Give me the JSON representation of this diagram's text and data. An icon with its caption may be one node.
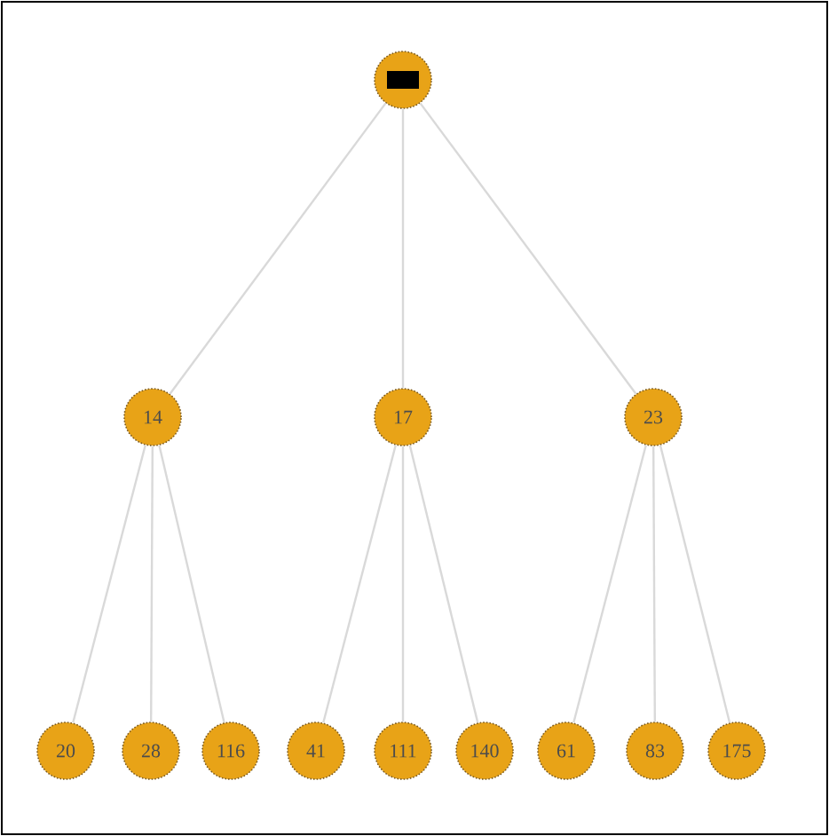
{
  "diagram": {
    "nodes": [
      {
        "text": [],
        "shape": "circle"
      },
      {
        "text": [
          "14"
        ]
      },
      {
        "text": [
          "17"
        ]
      },
      {
        "text": [
          "23"
        ]
      },
      {
        "text": [
          "20"
        ]
      },
      {
        "text": [
          "28"
        ]
      },
      {
        "text": [
          "116"
        ]
      },
      {
        "text": [
          "41"
        ]
      },
      {
        "text": [
          "111"
        ]
      },
      {
        "text": [
          "140"
        ]
      },
      {
        "text": [
          "61"
        ]
      },
      {
        "text": [
          "83"
        ]
      },
      {
        "text": [
          "175"
        ]
      }
    ],
    "edges": [
      {
        "from": 0,
        "to": 1,
        "arrow": "none"
      },
      {
        "from": 0,
        "to": 2,
        "arrow": "none"
      },
      {
        "from": 0,
        "to": 3,
        "arrow": "none"
      },
      {
        "from": 1,
        "to": 4,
        "arrow": "none"
      },
      {
        "from": 1,
        "to": 5,
        "arrow": "none"
      },
      {
        "from": 1,
        "to": 6,
        "arrow": "none"
      },
      {
        "from": 2,
        "to": 7,
        "arrow": "none"
      },
      {
        "from": 2,
        "to": 8,
        "arrow": "none"
      },
      {
        "from": 2,
        "to": 9,
        "arrow": "none"
      },
      {
        "from": 3,
        "to": 10,
        "arrow": "none"
      },
      {
        "from": 3,
        "to": 11,
        "arrow": "none"
      },
      {
        "from": 3,
        "to": 12,
        "arrow": "none"
      }
    ]
  }
}
